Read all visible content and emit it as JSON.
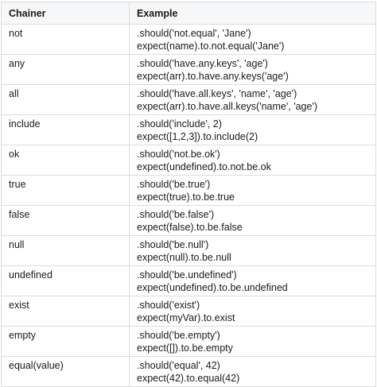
{
  "table": {
    "headers": [
      "Chainer",
      "Example"
    ],
    "rows": [
      {
        "chainer": "not",
        "ex1": ".should('not.equal', 'Jane')",
        "ex2": "expect(name).to.not.equal('Jane')"
      },
      {
        "chainer": "any",
        "ex1": ".should('have.any.keys', 'age')",
        "ex2": "expect(arr).to.have.any.keys('age')"
      },
      {
        "chainer": "all",
        "ex1": ".should('have.all.keys', 'name', 'age')",
        "ex2": "expect(arr).to.have.all.keys('name', 'age')"
      },
      {
        "chainer": "include",
        "ex1": ".should('include', 2)",
        "ex2": "expect([1,2,3]).to.include(2)"
      },
      {
        "chainer": "ok",
        "ex1": ".should('not.be.ok')",
        "ex2": "expect(undefined).to.not.be.ok"
      },
      {
        "chainer": "true",
        "ex1": ".should('be.true')",
        "ex2": "expect(true).to.be.true"
      },
      {
        "chainer": "false",
        "ex1": ".should('be.false')",
        "ex2": "expect(false).to.be.false"
      },
      {
        "chainer": "null",
        "ex1": ".should('be.null')",
        "ex2": "expect(null).to.be.null"
      },
      {
        "chainer": "undefined",
        "ex1": ".should('be.undefined')",
        "ex2": "expect(undefined).to.be.undefined"
      },
      {
        "chainer": "exist",
        "ex1": ".should('exist')",
        "ex2": "expect(myVar).to.exist"
      },
      {
        "chainer": "empty",
        "ex1": ".should('be.empty')",
        "ex2": "expect([]).to.be.empty"
      },
      {
        "chainer": "equal(value)",
        "ex1": ".should('equal', 42)",
        "ex2": "expect(42).to.equal(42)"
      }
    ]
  }
}
